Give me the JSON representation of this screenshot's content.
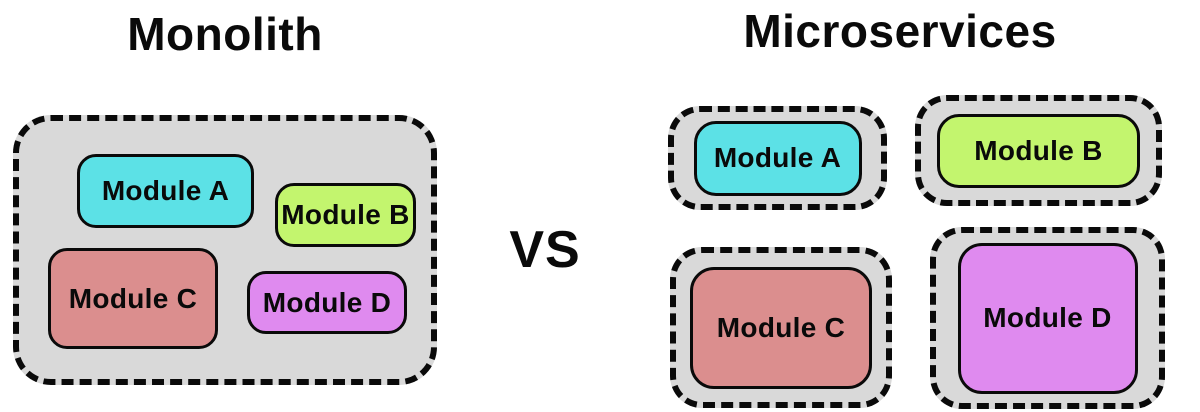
{
  "monolith": {
    "title": "Monolith",
    "modules": [
      {
        "id": "module-a",
        "label": "Module A",
        "color": "#5CE1E6"
      },
      {
        "id": "module-b",
        "label": "Module B",
        "color": "#C3F56E"
      },
      {
        "id": "module-c",
        "label": "Module C",
        "color": "#DB8E8E"
      },
      {
        "id": "module-d",
        "label": "Module D",
        "color": "#DF8AEF"
      }
    ]
  },
  "versus": "VS",
  "microservices": {
    "title": "Microservices",
    "services": [
      {
        "id": "service-a",
        "label": "Module A",
        "color": "#5CE1E6"
      },
      {
        "id": "service-b",
        "label": "Module B",
        "color": "#C3F56E"
      },
      {
        "id": "service-c",
        "label": "Module C",
        "color": "#DB8E8E"
      },
      {
        "id": "service-d",
        "label": "Module D",
        "color": "#DF8AEF"
      }
    ]
  },
  "colors": {
    "container_fill": "#D9D9D9",
    "outline": "#000000",
    "page_background": "#FFFFFF"
  }
}
